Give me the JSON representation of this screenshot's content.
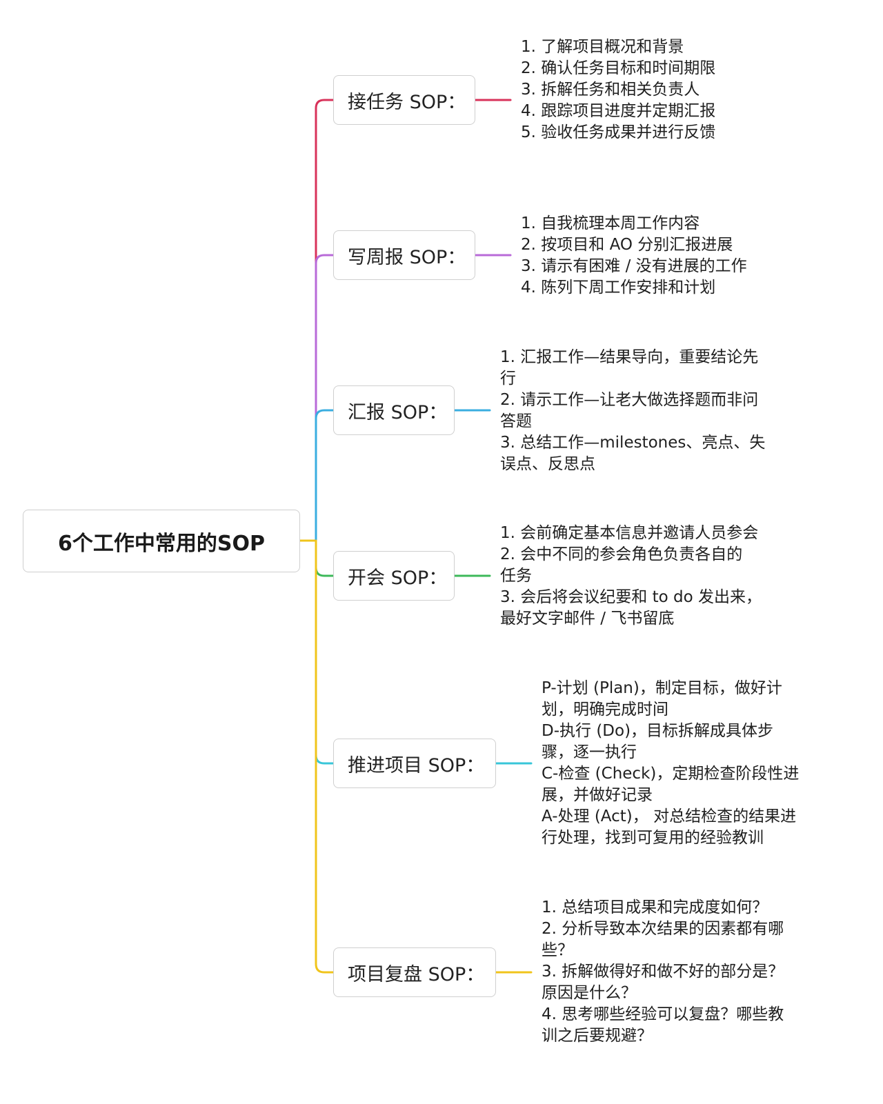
{
  "root": {
    "title": "6个工作中常用的SOP"
  },
  "colors": {
    "red": "#d8325a",
    "purple": "#b86ad8",
    "blue": "#3aaee0",
    "green": "#3db85a",
    "cyan": "#38c6d8",
    "yellow": "#f0c41b"
  },
  "branches": [
    {
      "title": "接任务 SOP：",
      "color": "red",
      "lines": [
        "1. 了解项目概况和背景",
        "2. 确认任务目标和时间期限",
        "3. 拆解任务和相关负责人",
        "4. 跟踪项目进度并定期汇报",
        "5. 验收任务成果并进行反馈"
      ]
    },
    {
      "title": "写周报 SOP：",
      "color": "purple",
      "lines": [
        "1. 自我梳理本周工作内容",
        "2. 按项目和 AO 分别汇报进展",
        "3. 请示有困难 / 没有进展的工作",
        "4. 陈列下周工作安排和计划"
      ]
    },
    {
      "title": "汇报 SOP：",
      "color": "blue",
      "lines": [
        "1. 汇报工作—结果导向，重要结论先",
        "行",
        "2. 请示工作—让老大做选择题而非问",
        "答题",
        "3. 总结工作—milestones、亮点、失",
        "误点、反思点"
      ]
    },
    {
      "title": "开会 SOP：",
      "color": "green",
      "lines": [
        "1. 会前确定基本信息并邀请人员参会",
        "2. 会中不同的参会角色负责各自的",
        "任务",
        "3. 会后将会议纪要和 to do 发出来，",
        "最好文字邮件 / 飞书留底"
      ]
    },
    {
      "title": "推进项目 SOP：",
      "color": "cyan",
      "lines": [
        "P-计划 (Plan)，制定目标，做好计",
        "划，明确完成时间",
        "D-执行 (Do)，目标拆解成具体步",
        "骤，逐一执行",
        "C-检查 (Check)，定期检查阶段性进",
        "展，并做好记录",
        "A-处理 (Act)， 对总结检查的结果进",
        "行处理，找到可复用的经验教训"
      ]
    },
    {
      "title": "项目复盘 SOP：",
      "color": "yellow",
      "lines": [
        "1. 总结项目成果和完成度如何？",
        "2. 分析导致本次结果的因素都有哪",
        "些？",
        "3. 拆解做得好和做不好的部分是？",
        "原因是什么？",
        "4. 思考哪些经验可以复盘？哪些教",
        "训之后要规避？"
      ]
    }
  ]
}
